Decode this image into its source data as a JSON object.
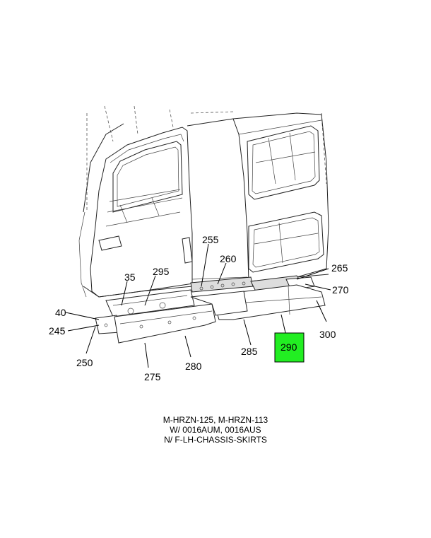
{
  "callouts": [
    {
      "id": "35",
      "label": "35"
    },
    {
      "id": "40",
      "label": "40"
    },
    {
      "id": "245",
      "label": "245"
    },
    {
      "id": "250",
      "label": "250"
    },
    {
      "id": "255",
      "label": "255"
    },
    {
      "id": "260",
      "label": "260"
    },
    {
      "id": "265",
      "label": "265"
    },
    {
      "id": "270",
      "label": "270"
    },
    {
      "id": "275",
      "label": "275"
    },
    {
      "id": "280",
      "label": "280"
    },
    {
      "id": "285",
      "label": "285"
    },
    {
      "id": "290",
      "label": "290",
      "highlighted": true
    },
    {
      "id": "295",
      "label": "295"
    },
    {
      "id": "300",
      "label": "300"
    }
  ],
  "highlight_color": "#22ee22",
  "caption": {
    "line1": "M-HRZN-125, M-HRZN-113",
    "line2": "W/ 0016AUM, 0016AUS",
    "line3": "N/ F-LH-CHASSIS-SKIRTS"
  }
}
